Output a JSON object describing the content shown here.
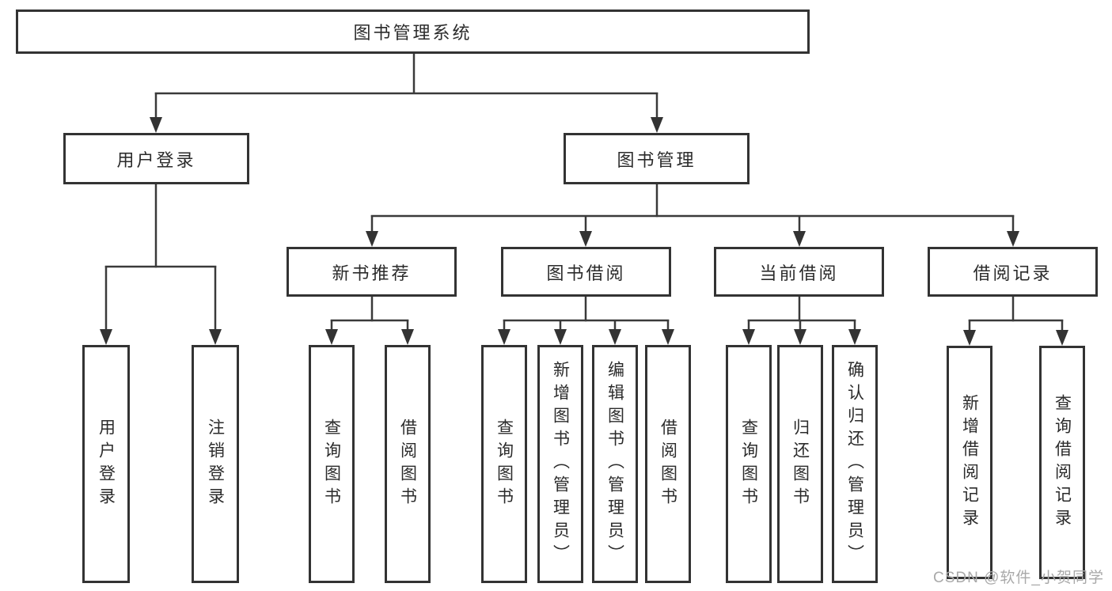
{
  "diagram": {
    "title": "图书管理系统",
    "colors": {
      "line": "#3a3a3a",
      "box_border": "#333333",
      "text": "#2b2b2b",
      "watermark": "#a9a9a9",
      "background": "#ffffff"
    },
    "nodes": {
      "root": {
        "label": "图书管理系统"
      },
      "user_login": {
        "label": "用户登录",
        "children": [
          "用户登录",
          "注销登录"
        ]
      },
      "book_mgmt": {
        "label": "图书管理"
      },
      "new_books": {
        "label": "新书推荐",
        "children": [
          "查询图书",
          "借阅图书"
        ]
      },
      "book_borrow": {
        "label": "图书借阅",
        "children": [
          "查询图书",
          "新增图书（管理员）",
          "编辑图书（管理员）",
          "借阅图书"
        ]
      },
      "current_borrow": {
        "label": "当前借阅",
        "children": [
          "查询图书",
          "归还图书",
          "确认归还（管理员）"
        ]
      },
      "borrow_records": {
        "label": "借阅记录",
        "children": [
          "新增借阅记录",
          "查询借阅记录"
        ]
      }
    },
    "watermark": {
      "text": "CSDN @软件_小贺同学"
    }
  }
}
